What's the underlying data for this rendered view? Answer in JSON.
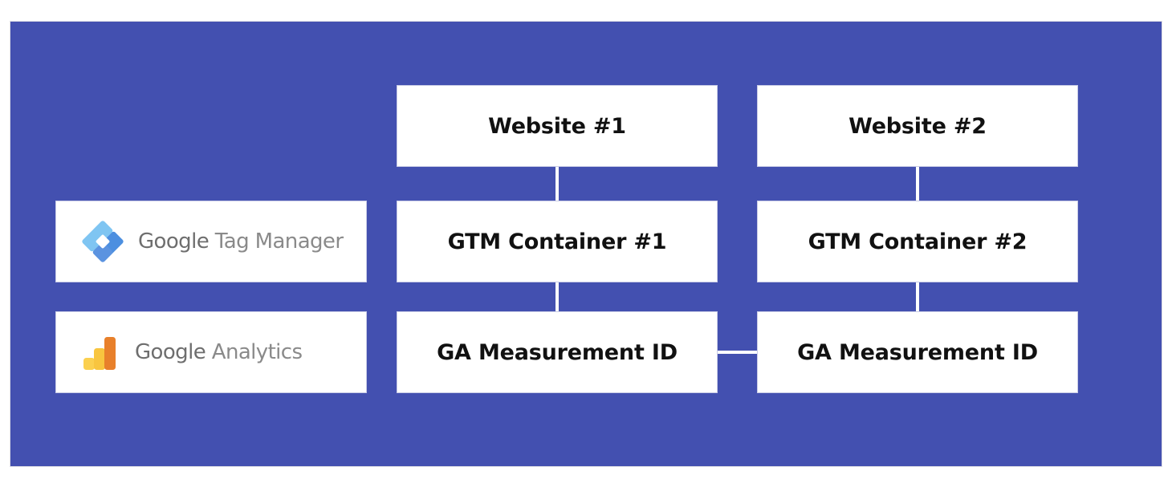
{
  "canvas": {
    "background": "#ffffff",
    "panel_color": "#4350B0",
    "box_fill": "#ffffff",
    "connector_color": "#ffffff",
    "label_color": "#111111"
  },
  "diagram": {
    "type": "block-diagram",
    "title": "",
    "legend": [
      {
        "id": "gtm",
        "icon": "google-tag-manager-logo-icon",
        "brand_word": "Google",
        "product_word": "Tag Manager",
        "colors": {
          "light_blue": "#76C1F0",
          "mid_blue": "#5A95E8",
          "dark_blue": "#4A7FD4"
        }
      },
      {
        "id": "ga",
        "icon": "google-analytics-logo-icon",
        "brand_word": "Google",
        "product_word": "Analytics",
        "colors": {
          "bar_light": "#F9C45A",
          "bar_mid": "#F7C14D",
          "bar_dark": "#E8832A"
        }
      }
    ],
    "columns": [
      {
        "id": "col-1",
        "nodes": [
          {
            "id": "website-1",
            "label": "Website #1"
          },
          {
            "id": "gtm-1",
            "label": "GTM Container #1"
          },
          {
            "id": "ga-1",
            "label": "GA Measurement ID"
          }
        ]
      },
      {
        "id": "col-2",
        "nodes": [
          {
            "id": "website-2",
            "label": "Website #2"
          },
          {
            "id": "gtm-2",
            "label": "GTM Container #2"
          },
          {
            "id": "ga-2",
            "label": "GA Measurement ID"
          }
        ]
      }
    ],
    "connectors": [
      {
        "id": "c1",
        "from": "website-1",
        "to": "gtm-1",
        "orientation": "vertical"
      },
      {
        "id": "c2",
        "from": "gtm-1",
        "to": "ga-1",
        "orientation": "vertical"
      },
      {
        "id": "c3",
        "from": "website-2",
        "to": "gtm-2",
        "orientation": "vertical"
      },
      {
        "id": "c4",
        "from": "gtm-2",
        "to": "ga-2",
        "orientation": "vertical"
      },
      {
        "id": "c5",
        "from": "ga-1",
        "to": "ga-2",
        "orientation": "horizontal"
      }
    ]
  }
}
